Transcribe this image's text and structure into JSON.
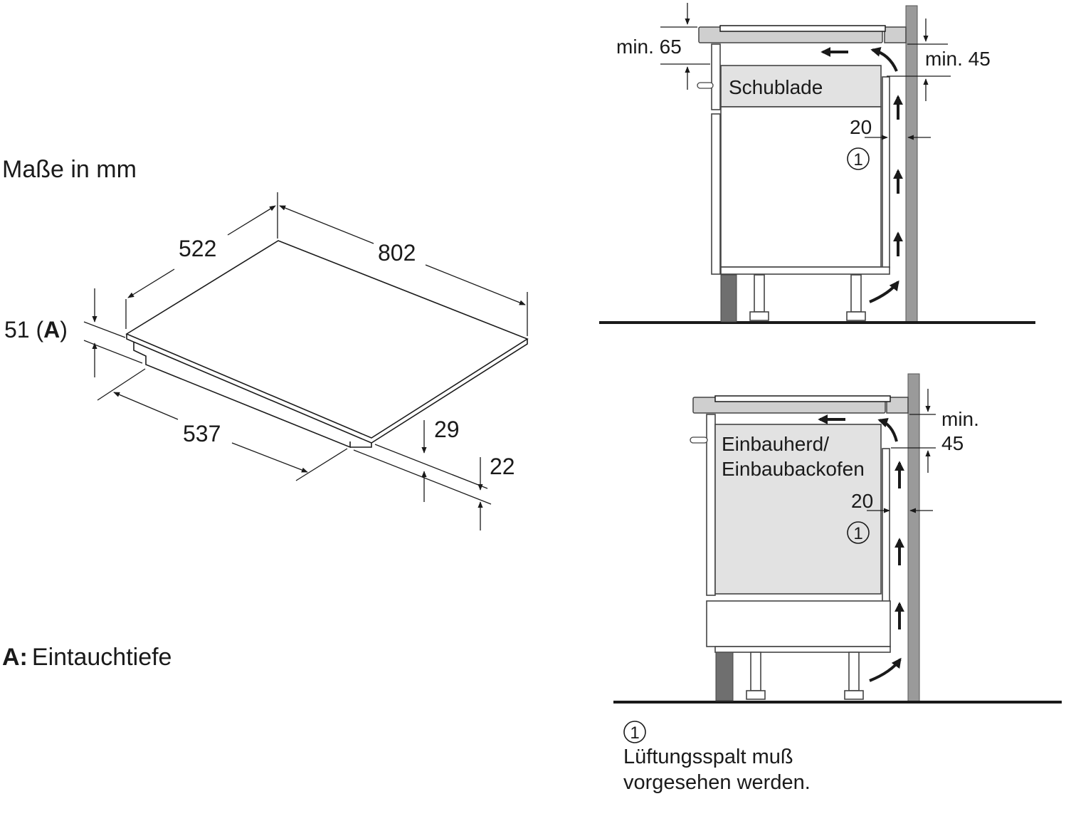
{
  "units_label": "Maße in mm",
  "legend_a": {
    "key": "A:",
    "text": "Eintauchtiefe"
  },
  "hob": {
    "width": "802",
    "depth": "522",
    "cutout_depth": "537",
    "immersion_label_num": "51 (",
    "immersion_label_key": "A",
    "immersion_label_end": ")",
    "frame_height": "29",
    "bottom_height": "22"
  },
  "drawer_install": {
    "top_gap": "min. 65",
    "rear_gap": "min. 45",
    "drawer_label": "Schublade",
    "vent_gap": "20",
    "vent_marker": "1"
  },
  "oven_install": {
    "rear_gap_line1": "min.",
    "rear_gap_line2": "45",
    "oven_label_line1": "Einbauherd/",
    "oven_label_line2": "Einbaubackofen",
    "vent_gap": "20",
    "vent_marker": "1"
  },
  "footnote": {
    "marker": "1",
    "line1": "Lüftungsspalt muß",
    "line2": "vorgesehen werden."
  },
  "colors": {
    "shaded_cabinet": "#e2e2e2",
    "wall": "#9a9a9a",
    "ink": "#1a1a1a"
  }
}
